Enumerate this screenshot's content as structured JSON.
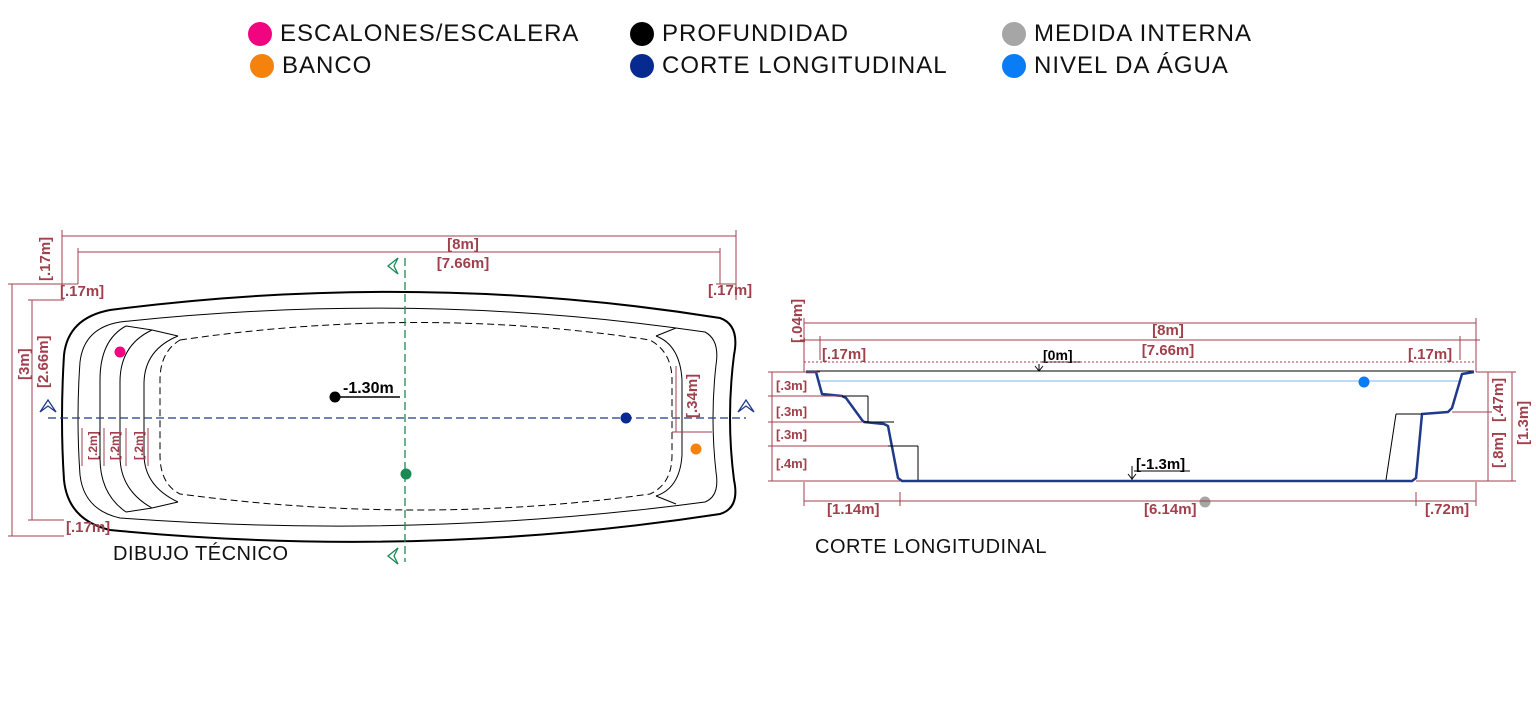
{
  "legend": [
    {
      "label": "ESCALONES/ESCALERA",
      "color": "#f0047f"
    },
    {
      "label": "BANCO",
      "color": "#f5820d"
    },
    {
      "label": "PROFUNDIDAD",
      "color": "#000000"
    },
    {
      "label": "CORTE LONGITUDINAL",
      "color": "#062a8f"
    },
    {
      "label": "MEDIDA INTERNA",
      "color": "#a6a6a6"
    },
    {
      "label": "NIVEL DA ÁGUA",
      "color": "#0a7cf5"
    }
  ],
  "colors": {
    "dimension": "#a0404c",
    "section_line": "#1f3a8a",
    "cross_line": "#1a8a55",
    "water_line": "#7db6e8"
  },
  "plan": {
    "caption": "DIBUJO TÉCNICO",
    "overall_length": "[8m]",
    "inner_length": "[7.66m]",
    "overall_width": "[3m]",
    "inner_width": "[2.66m]",
    "border_top_left": "[.17m]",
    "border_left": "[.17m]",
    "border_right": "[.17m]",
    "border_bottom": "[.17m]",
    "bench_width": "[.34m]",
    "step_1": "[.2m]",
    "step_2": "[.2m]",
    "step_3": "[.2m]",
    "depth": "-1.30m"
  },
  "section": {
    "caption": "CORTE LONGITUDINAL",
    "overall_length": "[8m]",
    "inner_length": "[7.66m]",
    "border_left": "[.17m]",
    "border_right": "[.17m]",
    "edge_height": "[.04m]",
    "water_level": "[0m]",
    "floor_level": "[-1.3m]",
    "steps_length": "[1.14m]",
    "floor_length": "[6.14m]",
    "bench_length": "[.72m]",
    "step_h1": "[.3m]",
    "step_h2": "[.3m]",
    "step_h3": "[.3m]",
    "step_h4": "[.4m]",
    "bench_depth": "[.47m]",
    "below_bench": "[.8m]",
    "total_depth": "[1.3m]"
  }
}
